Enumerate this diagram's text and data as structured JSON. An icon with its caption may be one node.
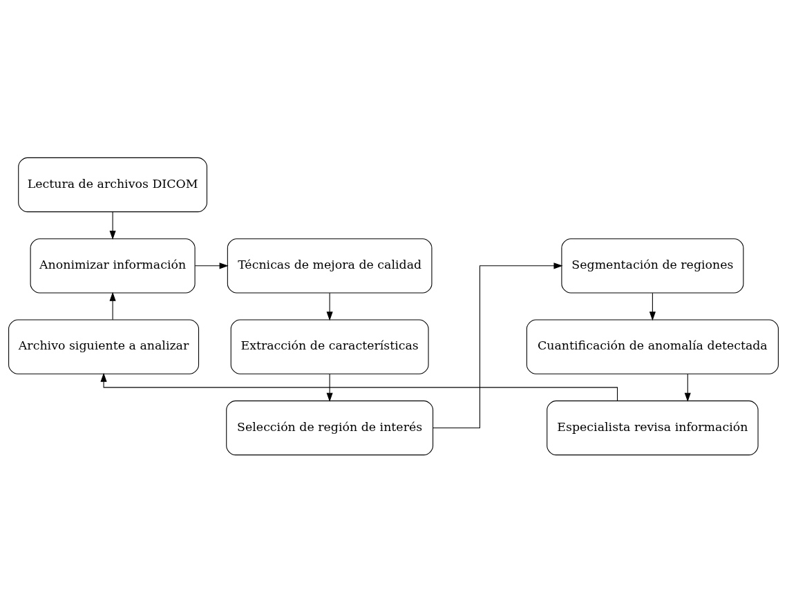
{
  "diagram": {
    "nodes": [
      {
        "text": [
          "Lectura de archivos DICOM"
        ]
      },
      {
        "text": [
          "Anonimizar información"
        ]
      },
      {
        "text": [
          "Técnicas de mejora de calidad"
        ]
      },
      {
        "text": [
          "Segmentación de regiones"
        ]
      },
      {
        "text": [
          "Archivo siguiente a analizar"
        ]
      },
      {
        "text": [
          "Extracción de características"
        ]
      },
      {
        "text": [
          "Cuantificación de anomalía detectada"
        ]
      },
      {
        "text": [
          "Selección de región de interés"
        ]
      },
      {
        "text": [
          "Especialista revisa información"
        ]
      }
    ],
    "edges": [
      {
        "from": 0,
        "to": 1,
        "arrow": "to"
      },
      {
        "from": 1,
        "to": 2,
        "arrow": "to"
      },
      {
        "from": 2,
        "to": 5,
        "arrow": "to"
      },
      {
        "from": 5,
        "to": 7,
        "arrow": "to"
      },
      {
        "from": 7,
        "to": 3,
        "arrow": "to"
      },
      {
        "from": 3,
        "to": 6,
        "arrow": "to"
      },
      {
        "from": 6,
        "to": 8,
        "arrow": "to"
      },
      {
        "from": 8,
        "to": 4,
        "arrow": "to"
      },
      {
        "from": 4,
        "to": 1,
        "arrow": "to"
      }
    ]
  }
}
